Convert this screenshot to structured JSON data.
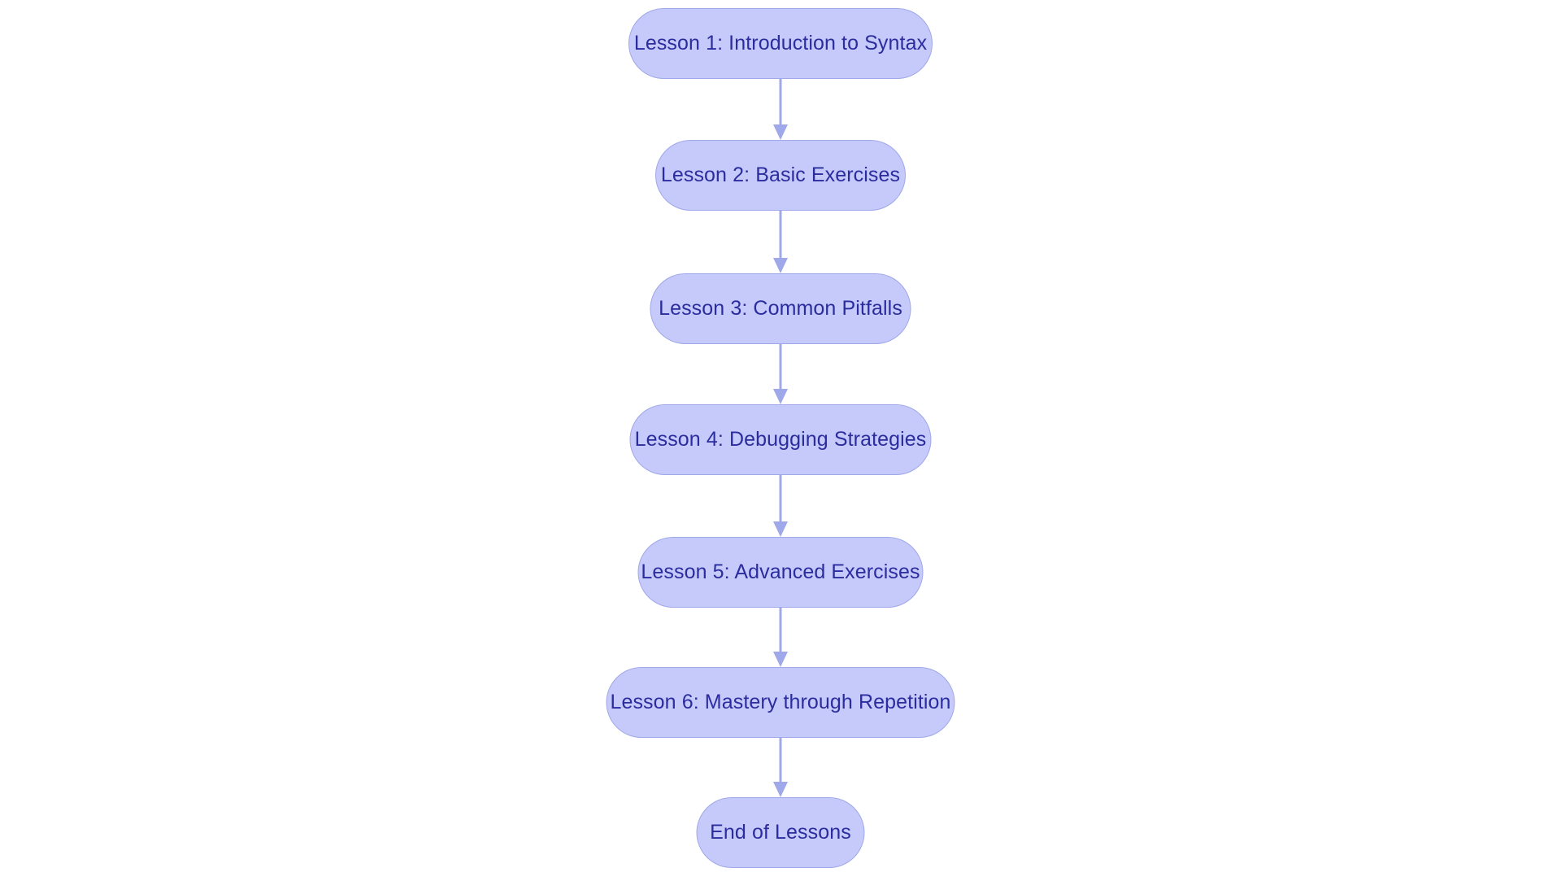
{
  "diagram": {
    "type": "flowchart",
    "orientation": "top-to-bottom",
    "background_color": "#ffffff",
    "node_fill_color": "#c5cafa",
    "node_border_color": "#9fa8e8",
    "node_text_color": "#2b2c9e",
    "edge_color": "#9fa8e8",
    "node_shape": "stadium",
    "nodes": [
      {
        "id": "lesson-1",
        "label": "Lesson 1: Introduction to Syntax"
      },
      {
        "id": "lesson-2",
        "label": "Lesson 2: Basic Exercises"
      },
      {
        "id": "lesson-3",
        "label": "Lesson 3: Common Pitfalls"
      },
      {
        "id": "lesson-4",
        "label": "Lesson 4: Debugging Strategies"
      },
      {
        "id": "lesson-5",
        "label": "Lesson 5: Advanced Exercises"
      },
      {
        "id": "lesson-6",
        "label": "Lesson 6: Mastery through Repetition"
      },
      {
        "id": "end",
        "label": "End of Lessons"
      }
    ],
    "edges": [
      {
        "from": "lesson-1",
        "to": "lesson-2",
        "label": "",
        "arrow": "down"
      },
      {
        "from": "lesson-2",
        "to": "lesson-3",
        "label": "",
        "arrow": "down"
      },
      {
        "from": "lesson-3",
        "to": "lesson-4",
        "label": "",
        "arrow": "down"
      },
      {
        "from": "lesson-4",
        "to": "lesson-5",
        "label": "",
        "arrow": "down"
      },
      {
        "from": "lesson-5",
        "to": "lesson-6",
        "label": "",
        "arrow": "down"
      },
      {
        "from": "lesson-6",
        "to": "end",
        "label": "",
        "arrow": "down"
      }
    ]
  }
}
